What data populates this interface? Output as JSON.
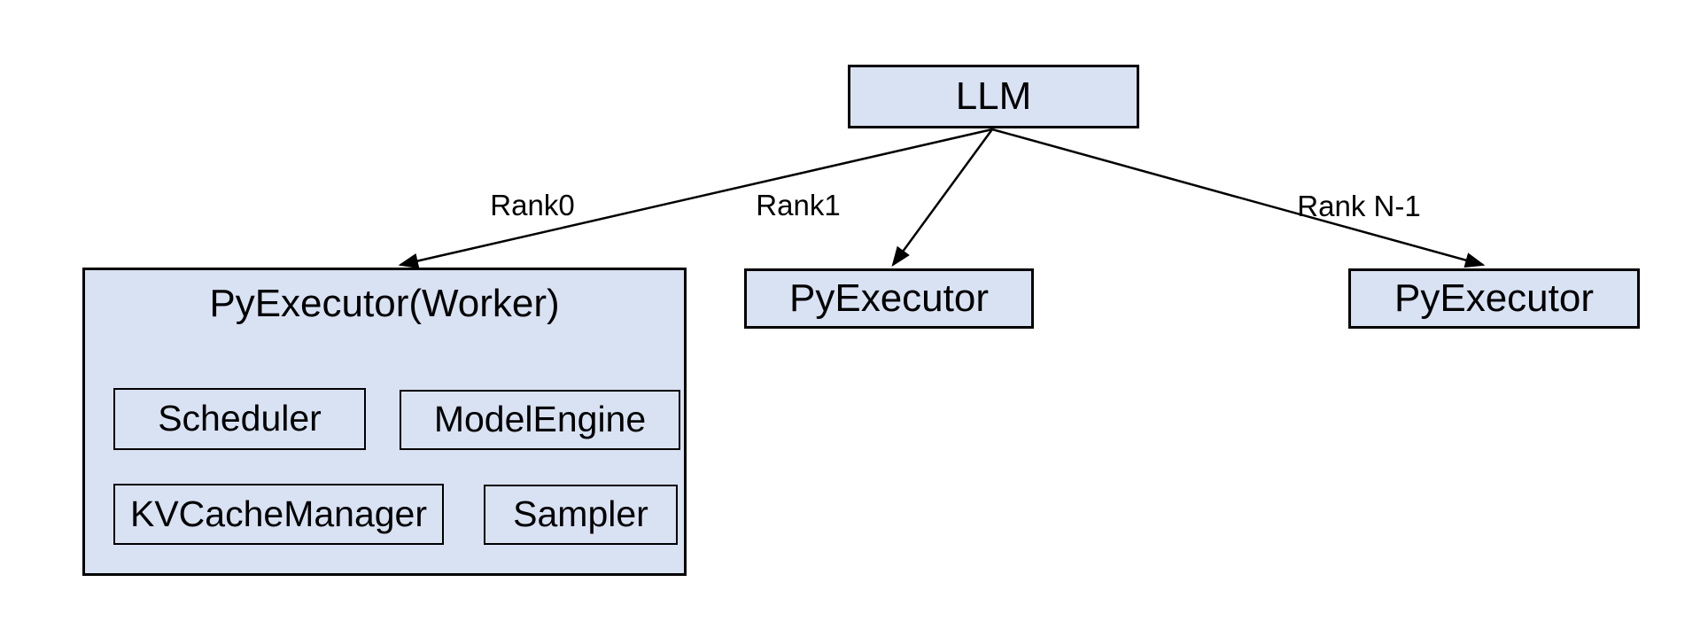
{
  "colors": {
    "background": "#ffffff",
    "node_fill": "#d9e2f3",
    "node_border": "#000000",
    "connector": "#000000",
    "text": "#000000"
  },
  "root_node": {
    "label": "LLM"
  },
  "edges": [
    {
      "label": "Rank0"
    },
    {
      "label": "Rank1"
    },
    {
      "label": "Rank N-1"
    }
  ],
  "worker_detail": {
    "label": "PyExecutor(Worker)",
    "components": [
      {
        "label": "Scheduler"
      },
      {
        "label": "ModelEngine"
      },
      {
        "label": "KVCacheManager"
      },
      {
        "label": "Sampler"
      }
    ]
  },
  "workers": [
    {
      "label": "PyExecutor"
    },
    {
      "label": "PyExecutor"
    }
  ]
}
